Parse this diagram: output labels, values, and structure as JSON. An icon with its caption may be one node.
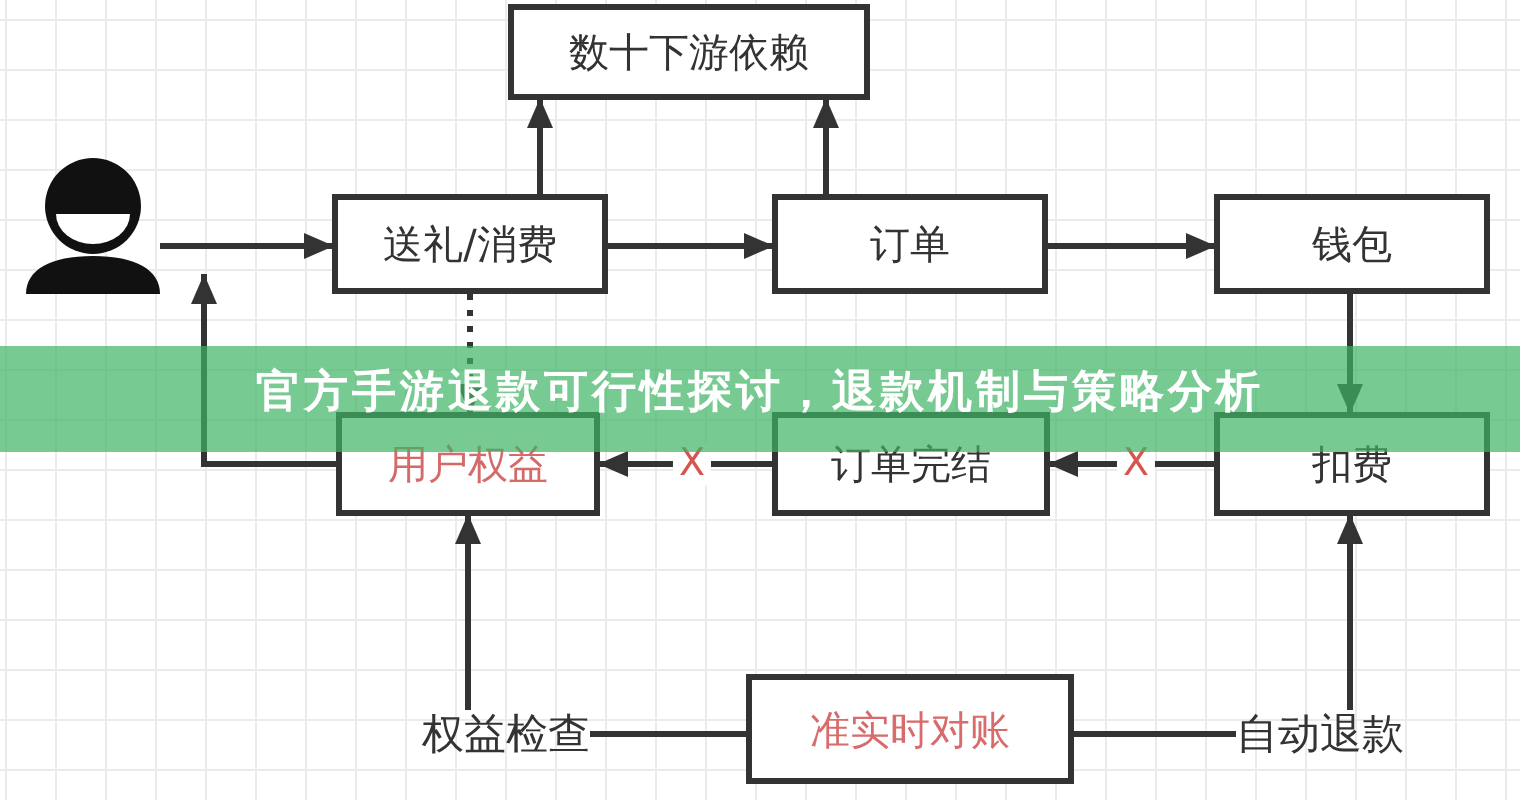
{
  "diagram": {
    "title": "官方手游退款可行性探讨，退款机制与策略分析",
    "nodes": [
      {
        "text": [
          "数十下游依赖"
        ]
      },
      {
        "text": [],
        "shape": "person"
      },
      {
        "text": [
          "送礼/消费"
        ]
      },
      {
        "text": [
          "订单"
        ]
      },
      {
        "text": [
          "钱包"
        ]
      },
      {
        "text": [
          "用户权益"
        ]
      },
      {
        "text": [
          "订单完结"
        ]
      },
      {
        "text": [
          "扣费"
        ]
      },
      {
        "text": [
          "权益检查"
        ]
      },
      {
        "text": [
          "准实时对账"
        ]
      },
      {
        "text": [
          "自动退款"
        ]
      }
    ],
    "edges": [
      {
        "from": 1,
        "to": 2,
        "arrow": "to"
      },
      {
        "from": 2,
        "to": 0,
        "arrow": "to"
      },
      {
        "from": 2,
        "to": 3,
        "arrow": "to"
      },
      {
        "from": 3,
        "to": 0,
        "arrow": "to"
      },
      {
        "from": 3,
        "to": 4,
        "arrow": "to"
      },
      {
        "from": 2,
        "to": 5,
        "arrow": "to",
        "style": "dashed"
      },
      {
        "from": 4,
        "to": 7,
        "arrow": "to"
      },
      {
        "from": 7,
        "to": 6,
        "arrow": "to",
        "label": "X"
      },
      {
        "from": 6,
        "to": 5,
        "arrow": "to",
        "label": "X"
      },
      {
        "from": 5,
        "to": null,
        "arrow": "to"
      },
      {
        "from": 8,
        "to": 5,
        "arrow": "to"
      },
      {
        "from": 10,
        "to": 7,
        "arrow": "to"
      },
      {
        "from": 9,
        "to": 8,
        "arrow": "none"
      },
      {
        "from": 9,
        "to": 10,
        "arrow": "none"
      }
    ]
  }
}
